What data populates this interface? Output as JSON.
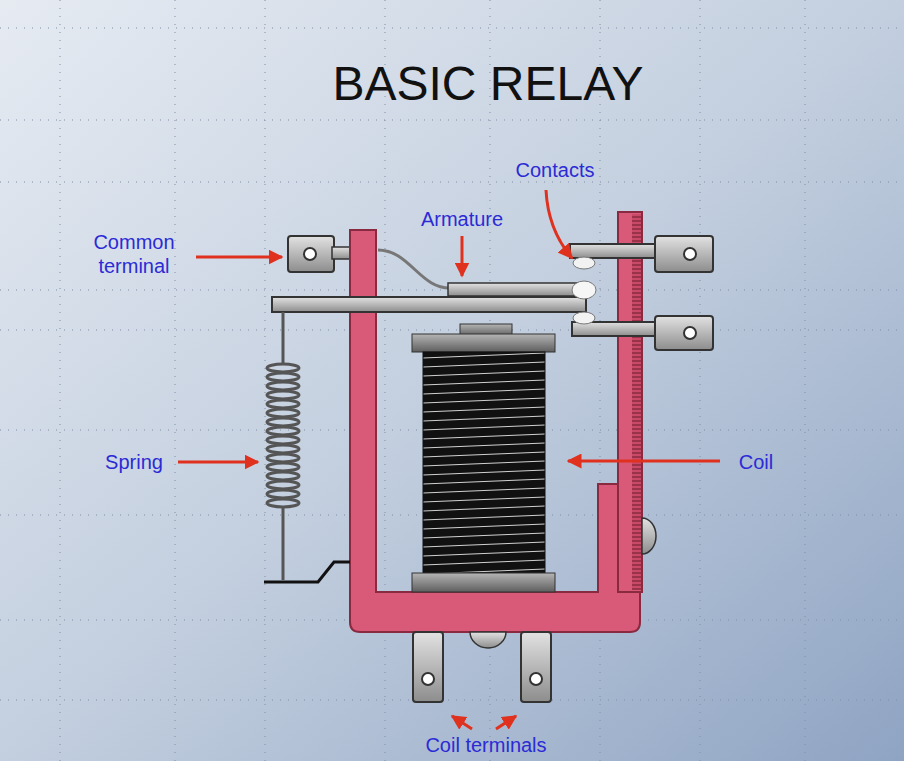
{
  "diagram": {
    "title": "BASIC RELAY",
    "labels": [
      "Common terminal",
      "Armature",
      "Contacts",
      "Spring",
      "Coil",
      "Coil terminals"
    ]
  }
}
